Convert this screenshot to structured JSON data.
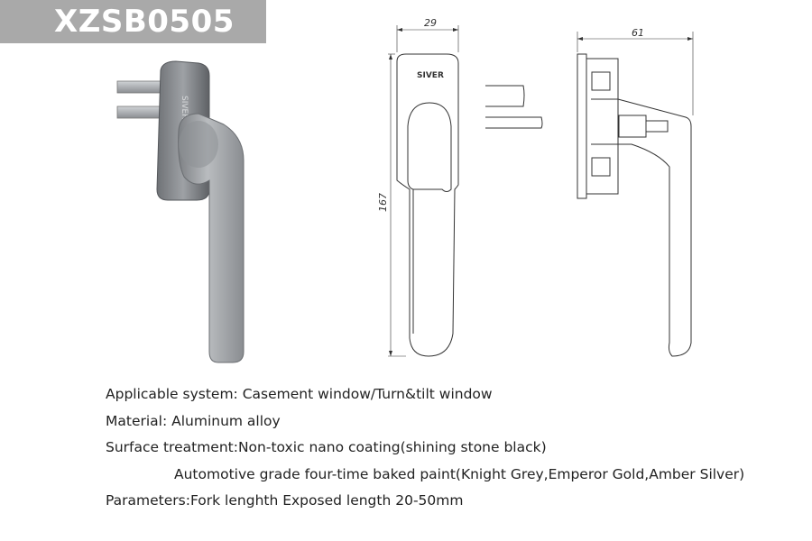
{
  "product": {
    "code": "XZSB0505",
    "brand_mark": "SIVER"
  },
  "dimensions": {
    "width": "29",
    "height": "167",
    "depth": "61"
  },
  "specs": [
    {
      "text": "Applicable system: Casement window/Turn&tilt window",
      "indent": false
    },
    {
      "text": "Material: Aluminum alloy",
      "indent": false
    },
    {
      "text": "Surface treatment:Non-toxic nano coating(shining stone black)",
      "indent": false
    },
    {
      "text": "Automotive grade four-time baked paint(Knight Grey,Emperor Gold,Amber Silver)",
      "indent": true
    },
    {
      "text": "Parameters:Fork lenghth Exposed length 20-50mm",
      "indent": false
    }
  ]
}
